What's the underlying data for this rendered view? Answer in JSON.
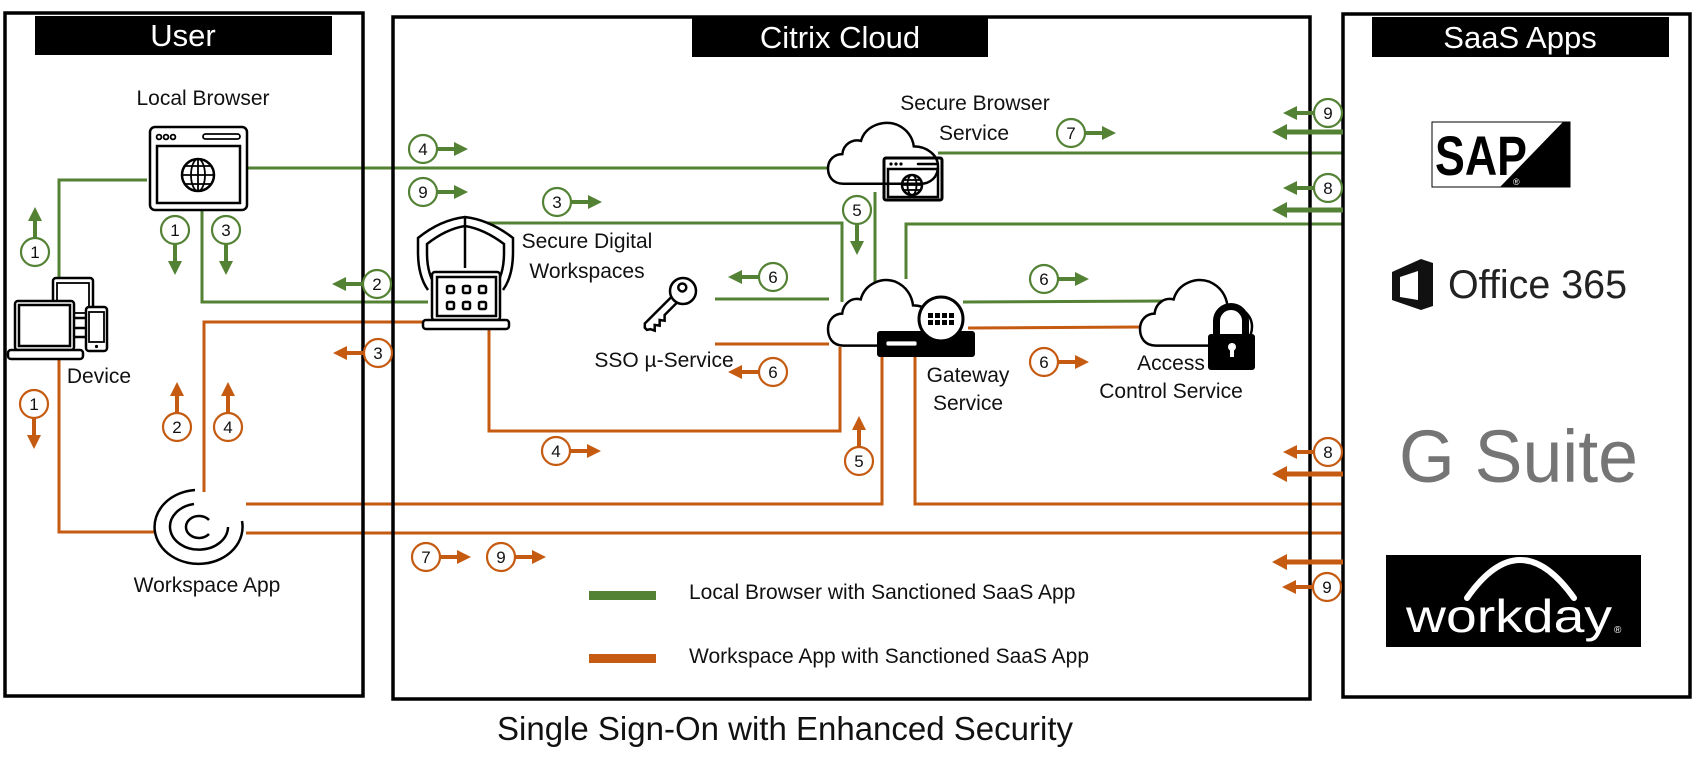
{
  "title": "Single Sign-On with Enhanced Security",
  "colors": {
    "local_browser_flow": "#548235",
    "workspace_app_flow": "#C55A11",
    "header_background": "#000000",
    "header_text": "#FFFFFF",
    "gsuite_gray": "#757575"
  },
  "panels": {
    "user": {
      "header": "User",
      "local_browser": "Local Browser",
      "device": "Device",
      "workspace_app": "Workspace App"
    },
    "citrix_cloud": {
      "header": "Citrix Cloud",
      "secure_digital_workspaces": [
        "Secure Digital",
        "Workspaces"
      ],
      "secure_browser_service": [
        "Secure Browser",
        "Service"
      ],
      "sso_service": "SSO µ-Service",
      "gateway_service": [
        "Gateway",
        "Service"
      ],
      "access_control_service": [
        "Access",
        "Control Service"
      ]
    },
    "saas_apps": {
      "header": "SaaS Apps",
      "apps": [
        {
          "name": "SAP",
          "mark": "®"
        },
        {
          "name": "Office 365"
        },
        {
          "name": "G Suite"
        },
        {
          "name": "workday",
          "mark": "®"
        }
      ]
    }
  },
  "flows": {
    "local_browser": {
      "legend": "Local Browser with Sanctioned SaaS App",
      "step_markers": [
        "1",
        "1",
        "3",
        "2",
        "4",
        "9",
        "3",
        "5",
        "6",
        "7",
        "6",
        "9",
        "8"
      ]
    },
    "workspace_app": {
      "legend": "Workspace App with Sanctioned SaaS App",
      "step_markers": [
        "1",
        "2",
        "4",
        "3",
        "6",
        "4",
        "5",
        "6",
        "7",
        "9",
        "8",
        "9"
      ]
    }
  }
}
